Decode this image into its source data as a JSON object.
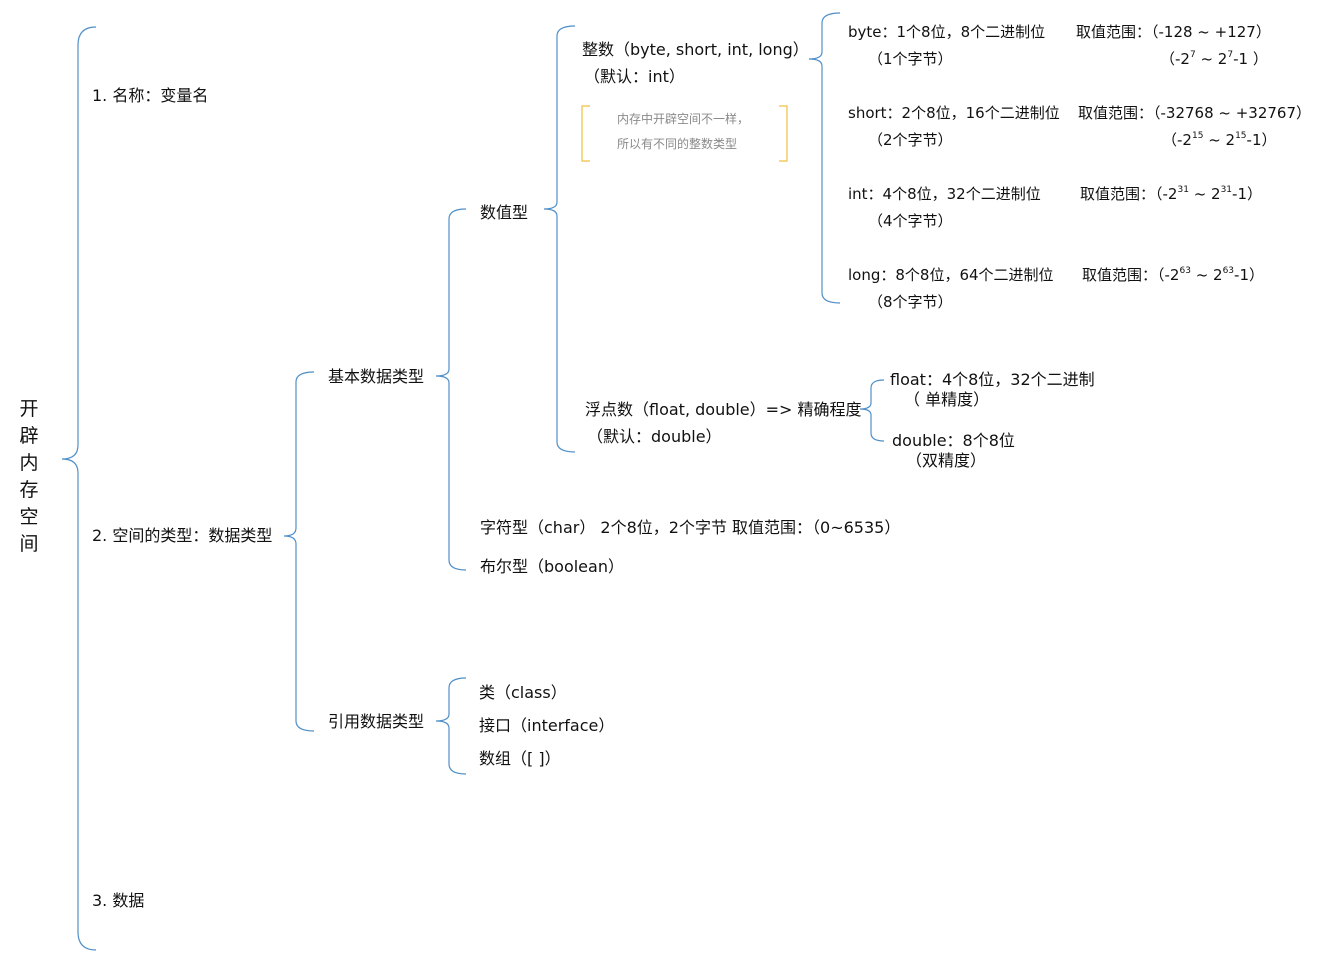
{
  "colors": {
    "brace": "#4f8fc8",
    "note_brace": "#f0c040",
    "note_text": "#8a8a8a"
  },
  "root": [
    "开",
    "辟",
    "内",
    "存",
    "空",
    "间"
  ],
  "level1": {
    "name": "1. 名称：变量名",
    "type": "2. 空间的类型：数据类型",
    "data": "3. 数据"
  },
  "level2": {
    "primitive": "基本数据类型",
    "reference": "引用数据类型"
  },
  "primitive": {
    "numeric": "数值型",
    "char": "字符型（char）   2个8位，2个字节   取值范围：（0~6535）",
    "boolean": "布尔型（boolean）"
  },
  "reference": {
    "class": "类（class）",
    "interface": "接口（interface）",
    "array": "数组（[ ]）"
  },
  "integer": {
    "title": "整数（byte, short, int, long）",
    "default": "（默认：int）",
    "note_line1": "内存中开辟空间不一样，",
    "note_line2": "所以有不同的整数类型"
  },
  "float": {
    "title": "浮点数（float, double）=> 精确程度",
    "default": "（默认：double）",
    "float_line1": "float：4个8位，32个二进制",
    "float_line2": "（  单精度）",
    "double_line1": "double：8个8位",
    "double_line2": "（双精度）"
  },
  "int_types": {
    "byte": {
      "desc": "byte：1个8位，8个二进制位",
      "bytes": "（1个字节）",
      "range": "取值范围：（-128 ~ +127）",
      "pow_pre": "（-2",
      "pow_exp1": "7",
      "pow_mid": "  ~  2",
      "pow_exp2": "7",
      "pow_post": "-1  ）"
    },
    "short": {
      "desc": "short：2个8位，16个二进制位",
      "bytes": "（2个字节）",
      "range": "取值范围：（-32768 ~ +32767）",
      "pow_pre": "（-2",
      "pow_exp1": "15",
      "pow_mid": "   ~    2",
      "pow_exp2": "15",
      "pow_post": "-1）"
    },
    "int": {
      "desc": "int：4个8位，32个二进制位",
      "bytes": "（4个字节）",
      "range_pre": "取值范围：（-2",
      "pow_exp1": "31",
      "pow_mid": "  ~   2",
      "pow_exp2": "31",
      "pow_post": "-1）"
    },
    "long": {
      "desc": "long：8个8位，64个二进制位",
      "bytes": "（8个字节）",
      "range_pre": "取值范围：（-2",
      "pow_exp1": "63",
      "pow_mid": "  ~   2",
      "pow_exp2": "63",
      "pow_post": "-1）"
    }
  }
}
